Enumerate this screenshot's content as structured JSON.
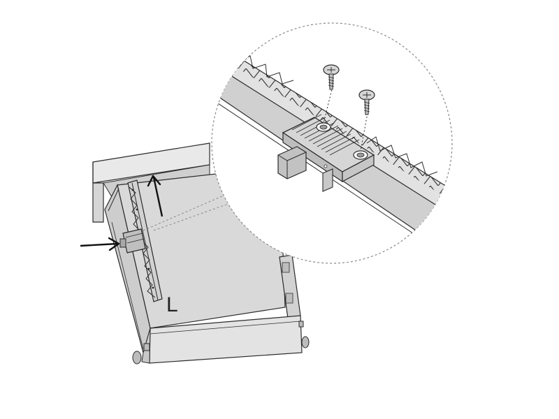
{
  "figure": {
    "side_label": "L",
    "colors": {
      "outline": "#2b2b2b",
      "panel": "#d8d8d8",
      "panel_light": "#e6e6e6",
      "panel_dark": "#bdbdbd",
      "zoom_border": "#8a8a8a",
      "arrow": "#111111"
    },
    "parts": [
      "cabinet-body",
      "top-panel",
      "side-rail",
      "rail-clip",
      "insert-arrow",
      "lift-arrow",
      "zoom-callout",
      "screw-left",
      "screw-right",
      "clip-plate"
    ]
  }
}
